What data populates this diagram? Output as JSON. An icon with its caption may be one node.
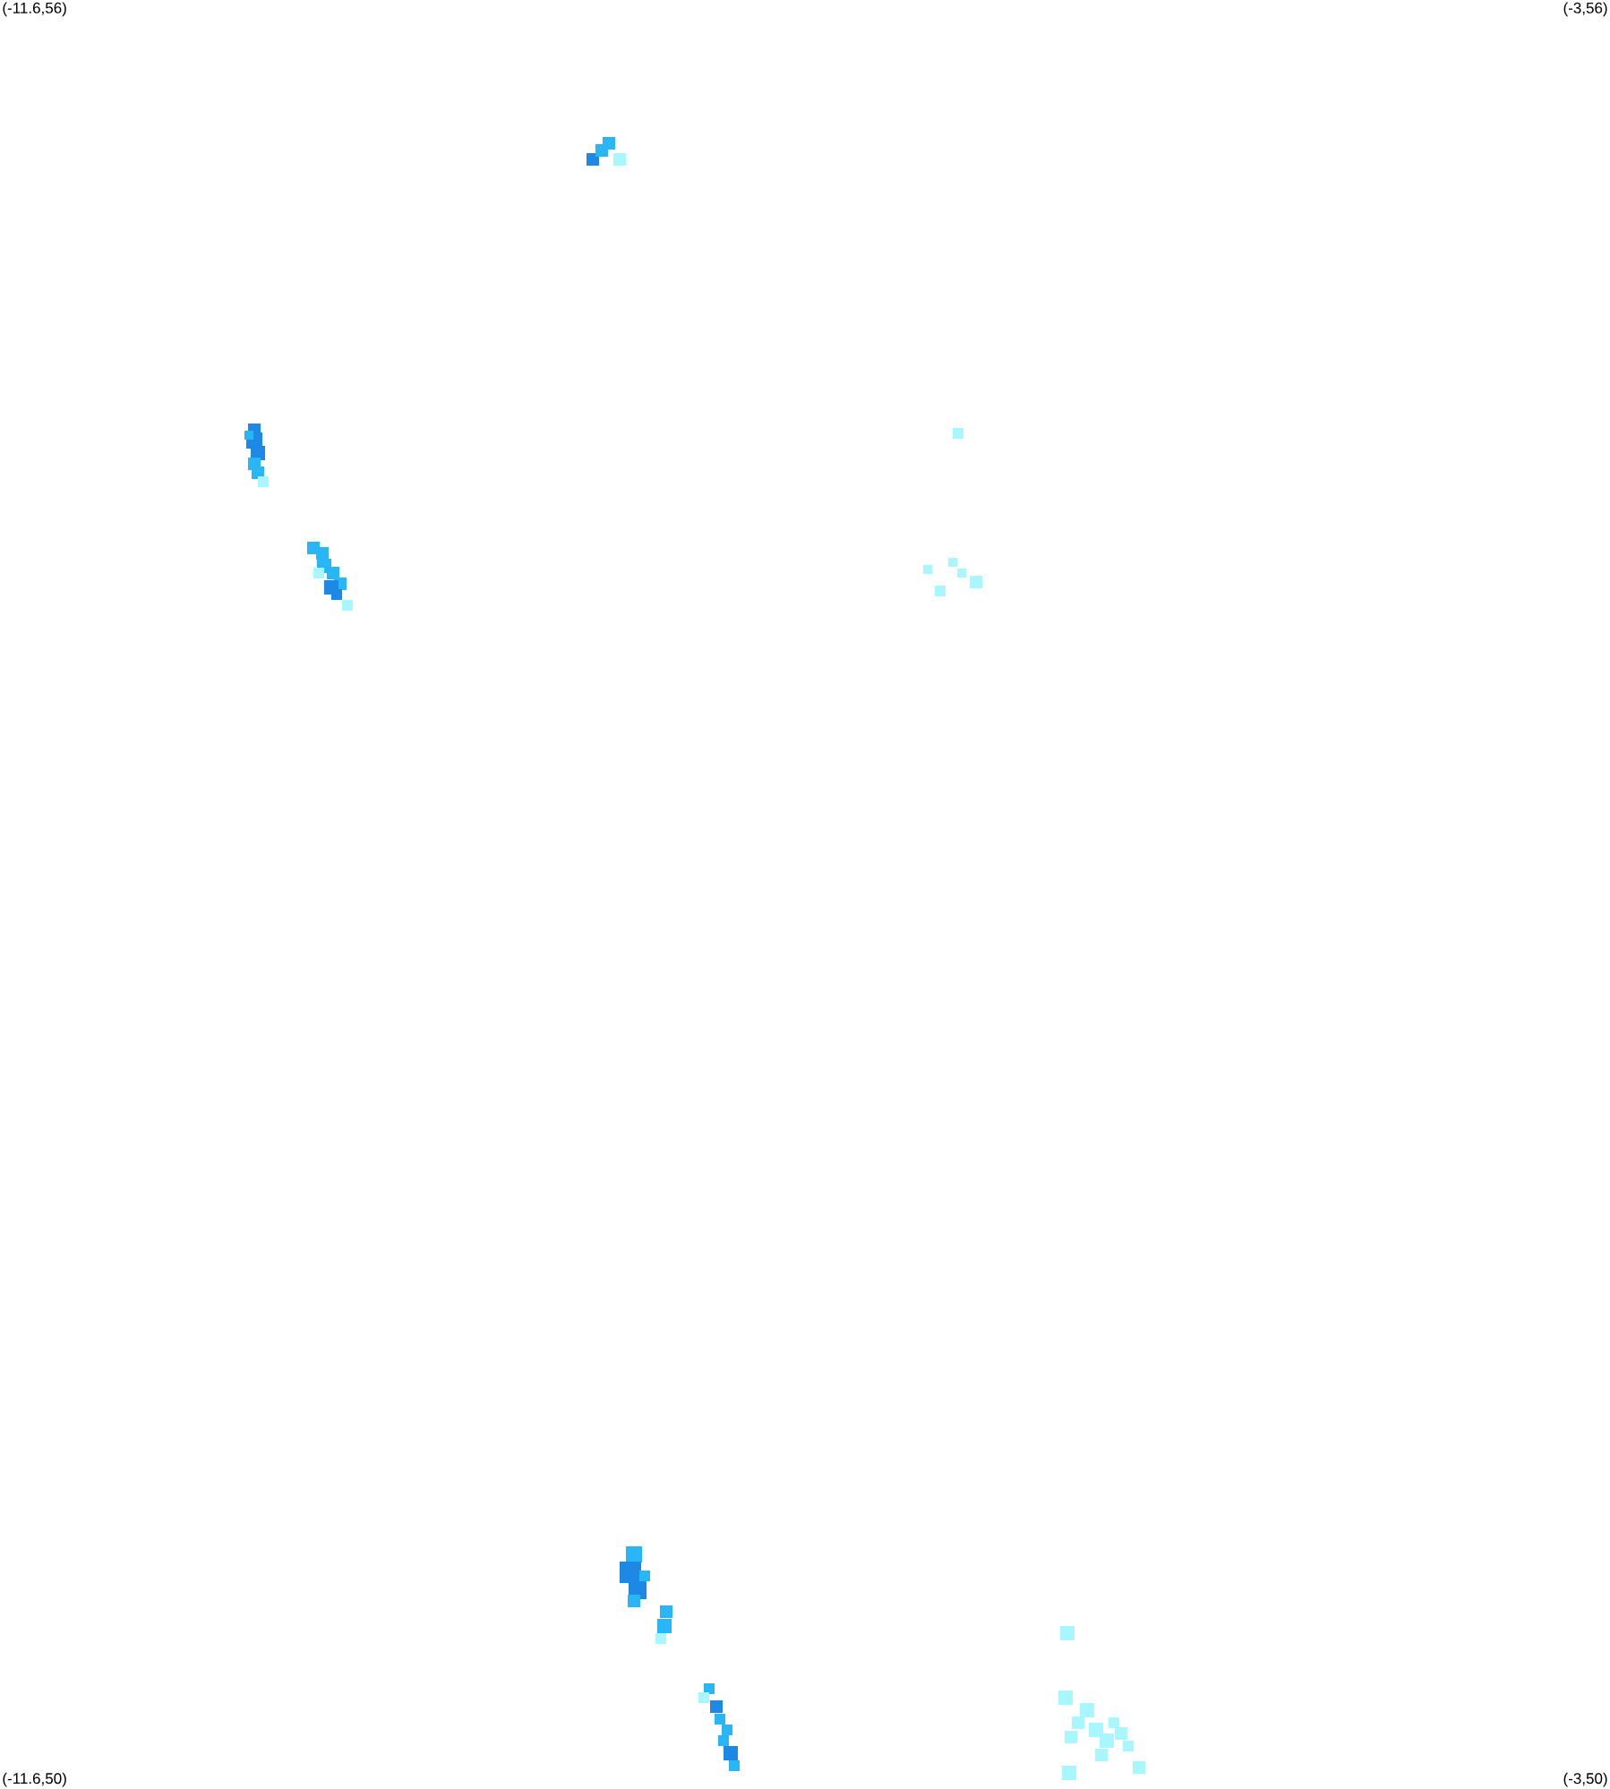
{
  "diagram": {
    "labels": [
      "(-11.6,56)",
      "(-3,56)",
      "(-11.6,50)",
      "(-3,50)"
    ]
  }
}
